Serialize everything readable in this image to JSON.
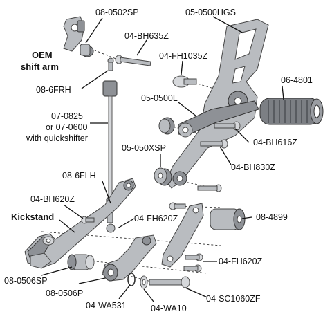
{
  "labels": {
    "oem_line1": "OEM",
    "oem_line2": "shift arm",
    "p_08_0502SP": "08-0502SP",
    "p_04_BH635Z": "04-BH635Z",
    "p_05_0500HGS": "05-0500HGS",
    "p_04_FH1035Z": "04-FH1035Z",
    "p_08_6FRH": "08-6FRH",
    "p_06_4801": "06-4801",
    "p_05_0500L": "05-0500L",
    "p_07_0825_l1": "07-0825",
    "p_07_0825_l2": "or 07-0600",
    "p_07_0825_l3": "with quickshifter",
    "p_04_BH616Z": "04-BH616Z",
    "p_05_050XSP": "05-050XSP",
    "p_04_BH830Z": "04-BH830Z",
    "p_08_6FLH": "08-6FLH",
    "p_04_BH620Z": "04-BH620Z",
    "kickstand": "Kickstand",
    "p_08_4899": "08-4899",
    "p_04_FH620Z_a": "04-FH620Z",
    "p_04_FH620Z_b": "04-FH620Z",
    "p_08_0506SP": "08-0506SP",
    "p_08_0506P": "08-0506P",
    "p_04_WA531": "04-WA531",
    "p_04_WA10": "04-WA10",
    "p_04_SC1060ZF": "04-SC1060ZF"
  }
}
